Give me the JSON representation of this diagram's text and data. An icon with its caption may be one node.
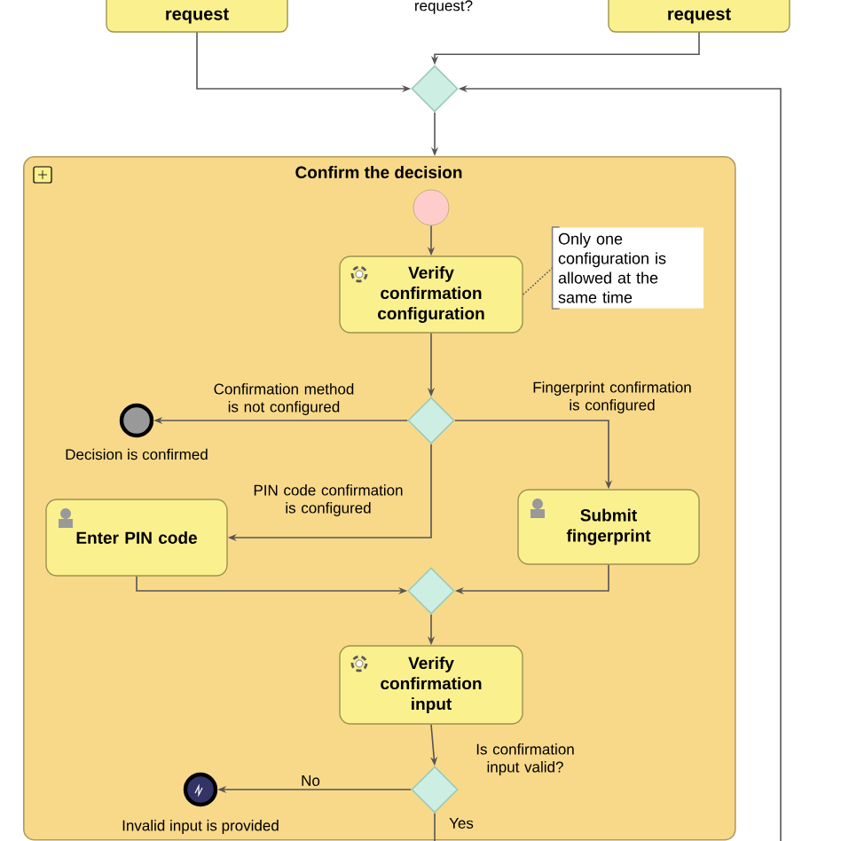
{
  "diagram": {
    "nodes": [
      {
        "text": [
          "request"
        ]
      },
      {
        "text": [
          "request"
        ]
      },
      {
        "text": [],
        "shape": "diamond"
      },
      {
        "text": [
          "Confirm the decision"
        ]
      },
      {
        "text": [],
        "shape": "circle",
        "in": 3
      },
      {
        "text": [
          "Verify confirmation configuration"
        ],
        "in": 3
      },
      {
        "text": [
          "Only one configuration is allowed at the same time"
        ],
        "in": 3
      },
      {
        "text": [],
        "shape": "diamond",
        "in": 3
      },
      {
        "text": [],
        "shape": "circle",
        "beside": [
          "Decision is confirmed"
        ],
        "in": 3
      },
      {
        "text": [
          "Enter PIN code"
        ],
        "in": 3
      },
      {
        "text": [
          "Submit fingerprint"
        ],
        "in": 3
      },
      {
        "text": [],
        "shape": "diamond",
        "in": 3
      },
      {
        "text": [
          "Verify confirmation input"
        ],
        "in": 3
      },
      {
        "text": [],
        "shape": "diamond",
        "beside": [
          "Is confirmation input valid?"
        ],
        "in": 3
      },
      {
        "text": [],
        "shape": "circle",
        "beside": [
          "Invalid input is provided"
        ],
        "in": 3
      }
    ],
    "edges": [
      {
        "from": 0,
        "to": 2,
        "arrow": "to"
      },
      {
        "from": 1,
        "to": 2,
        "arrow": "to"
      },
      {
        "from": null,
        "to": 2,
        "arrow": "to"
      },
      {
        "from": 2,
        "to": 3,
        "arrow": "to"
      },
      {
        "from": 4,
        "to": 5,
        "arrow": "to"
      },
      {
        "from": 5,
        "to": 6,
        "arrow": "none",
        "style": "dashed"
      },
      {
        "from": 5,
        "to": 7,
        "arrow": "to"
      },
      {
        "from": 7,
        "to": 8,
        "arrow": "to",
        "label": "Confirmation method is not configured"
      },
      {
        "from": 7,
        "to": 10,
        "arrow": "to",
        "label": "Fingerprint confirmation is configured"
      },
      {
        "from": 7,
        "to": 9,
        "arrow": "to",
        "label": "PIN code confirmation is configured"
      },
      {
        "from": 9,
        "to": 11,
        "arrow": "to"
      },
      {
        "from": 10,
        "to": 11,
        "arrow": "to"
      },
      {
        "from": 11,
        "to": 12,
        "arrow": "to"
      },
      {
        "from": 12,
        "to": 13,
        "arrow": "to"
      },
      {
        "from": 13,
        "to": 14,
        "arrow": "to",
        "label": "No"
      },
      {
        "from": 13,
        "to": null,
        "arrow": "none",
        "label": "Yes"
      }
    ],
    "labels": [
      "request?"
    ]
  }
}
